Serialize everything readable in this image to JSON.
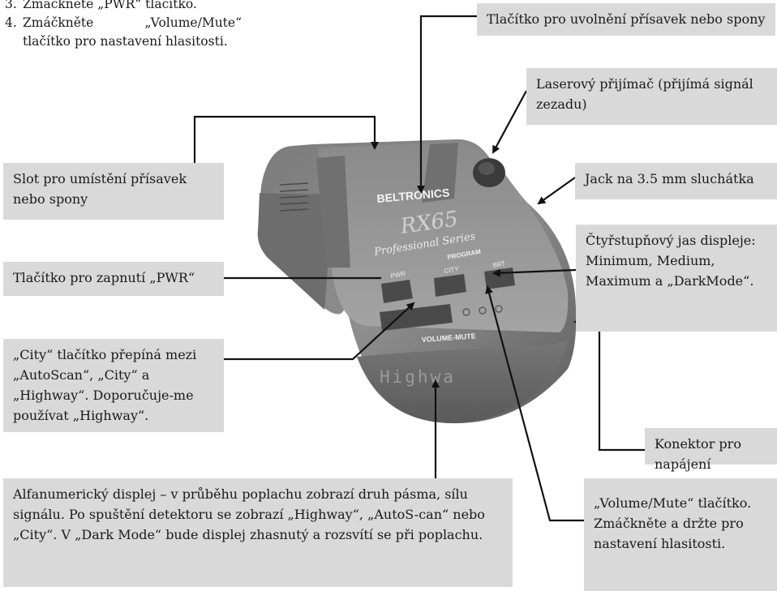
{
  "steps": [
    {
      "num": "3.",
      "text": "Zmáčkněte „PWR“ tlačítko."
    },
    {
      "num": "4.",
      "text": "Zmáčkněte „Volume/Mute“ tlačítko pro nastavení hlasitosti."
    }
  ],
  "device": {
    "brand": "BELTRONICS",
    "model": "RX65",
    "series": "Professional Series",
    "program_label": "PROGRAM",
    "btn_pwr": "PWR",
    "btn_city": "CITY",
    "btn_brt": "BRT",
    "volume_label": "VOLUME-MUTE",
    "display_text": "Highwa"
  },
  "callouts": {
    "release": "Tlačítko pro uvolnění přísavek nebo spony",
    "laser": "Laserový přijímač (přijímá signál zezadu)",
    "slot": "Slot pro umístění přísavek nebo spony",
    "jack": "Jack na 3.5 mm sluchátka",
    "pwr": "Tlačítko pro zapnutí „PWR“",
    "brightness": "Čtyřstupňový jas displeje: Minimum, Medium, Maximum a „DarkMode“.",
    "city": "„City“ tlačítko přepíná mezi „AutoScan“, „City“ a „Highway“. Doporučuje-me používat „Highway“.",
    "power_connector": "Konektor pro napájení",
    "display": "Alfanumerický displej – v průběhu poplachu zobrazí druh pásma, sílu signálu. Po spuštění detektoru se zobrazí „Highway“, „AutoS-can“ nebo „City“. V „Dark Mode“ bude displej zhasnutý a rozsvítí se při poplachu.",
    "volume": "„Volume/Mute“ tlačítko. Zmáčkněte a držte pro nastavení hlasitosti."
  }
}
